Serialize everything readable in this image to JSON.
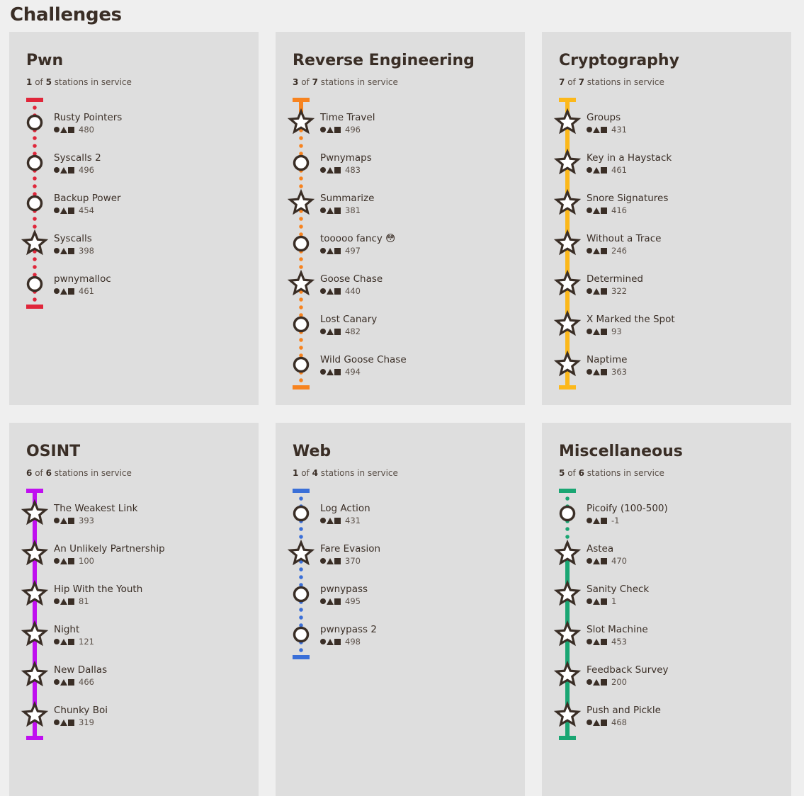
{
  "page": {
    "title": "Challenges"
  },
  "colors": {
    "ink": "#3a2e26",
    "card_bg": "#dedede",
    "page_bg": "#efefef"
  },
  "icons": {
    "solved": "star-icon",
    "unsolved": "circle-icon",
    "difficulty": "circle-triangle-square-icon"
  },
  "categories": [
    {
      "name": "Pwn",
      "solved": "1",
      "total": "5",
      "of_text": "of",
      "suffix": "stations in service",
      "color": "#e0263a",
      "challenges": [
        {
          "name": "Rusty Pointers",
          "points": "480",
          "solved": false
        },
        {
          "name": "Syscalls 2",
          "points": "496",
          "solved": false
        },
        {
          "name": "Backup Power",
          "points": "454",
          "solved": false
        },
        {
          "name": "Syscalls",
          "points": "398",
          "solved": true
        },
        {
          "name": "pwnymalloc",
          "points": "461",
          "solved": false
        }
      ]
    },
    {
      "name": "Reverse Engineering",
      "solved": "3",
      "total": "7",
      "of_text": "of",
      "suffix": "stations in service",
      "color": "#f7831f",
      "challenges": [
        {
          "name": "Time Travel",
          "points": "496",
          "solved": true
        },
        {
          "name": "Pwnymaps",
          "points": "483",
          "solved": false
        },
        {
          "name": "Summarize",
          "points": "381",
          "solved": true
        },
        {
          "name": "tooooo fancy 😳",
          "points": "497",
          "solved": false
        },
        {
          "name": "Goose Chase",
          "points": "440",
          "solved": true
        },
        {
          "name": "Lost Canary",
          "points": "482",
          "solved": false
        },
        {
          "name": "Wild Goose Chase",
          "points": "494",
          "solved": false
        }
      ]
    },
    {
      "name": "Cryptography",
      "solved": "7",
      "total": "7",
      "of_text": "of",
      "suffix": "stations in service",
      "color": "#fcb81a",
      "challenges": [
        {
          "name": "Groups",
          "points": "431",
          "solved": true
        },
        {
          "name": "Key in a Haystack",
          "points": "461",
          "solved": true
        },
        {
          "name": "Snore Signatures",
          "points": "416",
          "solved": true
        },
        {
          "name": "Without a Trace",
          "points": "246",
          "solved": true
        },
        {
          "name": "Determined",
          "points": "322",
          "solved": true
        },
        {
          "name": "X Marked the Spot",
          "points": "93",
          "solved": true
        },
        {
          "name": "Naptime",
          "points": "363",
          "solved": true
        }
      ]
    },
    {
      "name": "OSINT",
      "solved": "6",
      "total": "6",
      "of_text": "of",
      "suffix": "stations in service",
      "color": "#c00ff0",
      "challenges": [
        {
          "name": "The Weakest Link",
          "points": "393",
          "solved": true
        },
        {
          "name": "An Unlikely Partnership",
          "points": "100",
          "solved": true
        },
        {
          "name": "Hip With the Youth",
          "points": "81",
          "solved": true
        },
        {
          "name": "Night",
          "points": "121",
          "solved": true
        },
        {
          "name": "New Dallas",
          "points": "466",
          "solved": true
        },
        {
          "name": "Chunky Boi",
          "points": "319",
          "solved": true
        }
      ]
    },
    {
      "name": "Web",
      "solved": "1",
      "total": "4",
      "of_text": "of",
      "suffix": "stations in service",
      "color": "#3a6fd8",
      "challenges": [
        {
          "name": "Log Action",
          "points": "431",
          "solved": false
        },
        {
          "name": "Fare Evasion",
          "points": "370",
          "solved": true
        },
        {
          "name": "pwnypass",
          "points": "495",
          "solved": false
        },
        {
          "name": "pwnypass 2",
          "points": "498",
          "solved": false
        }
      ]
    },
    {
      "name": "Miscellaneous",
      "solved": "5",
      "total": "6",
      "of_text": "of",
      "suffix": "stations in service",
      "color": "#1aa673",
      "challenges": [
        {
          "name": "Picoify (100-500)",
          "points": "-1",
          "solved": false
        },
        {
          "name": "Astea",
          "points": "470",
          "solved": true
        },
        {
          "name": "Sanity Check",
          "points": "1",
          "solved": true
        },
        {
          "name": "Slot Machine",
          "points": "453",
          "solved": true
        },
        {
          "name": "Feedback Survey",
          "points": "200",
          "solved": true
        },
        {
          "name": "Push and Pickle",
          "points": "468",
          "solved": true
        }
      ]
    }
  ]
}
